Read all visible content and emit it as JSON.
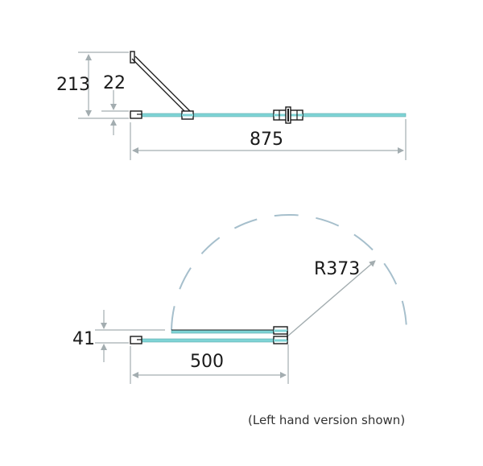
{
  "colors": {
    "glass": "#7fd4d6",
    "outline": "#1a1a1a",
    "dimension": "#a3adb0",
    "arc": "#a6bfcc"
  },
  "top_view": {
    "dim_overall_depth": "213",
    "dim_panel_offset": "22",
    "dim_width": "875"
  },
  "bottom_view": {
    "dim_depth": "41",
    "dim_width": "500",
    "dim_radius": "R373"
  },
  "note": "(Left hand version shown)"
}
